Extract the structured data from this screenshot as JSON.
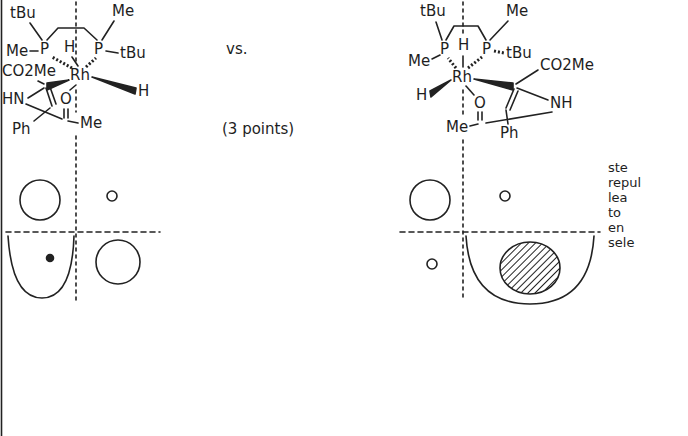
{
  "diagram": {
    "labels": [
      "tBu",
      "P",
      "H",
      "P",
      "Me",
      "Me",
      "tBu",
      "CO2Me",
      "Rh",
      "H",
      "HN",
      "O",
      "Ph",
      "Me",
      "vs.",
      "(3 points)",
      "tBu",
      "P",
      "H",
      "P",
      "Me",
      "Me",
      "Rh",
      "tBu",
      "H",
      "CO2Me",
      "NH",
      "O",
      "Me",
      "Ph",
      "ste repul lea to en sele"
    ]
  }
}
